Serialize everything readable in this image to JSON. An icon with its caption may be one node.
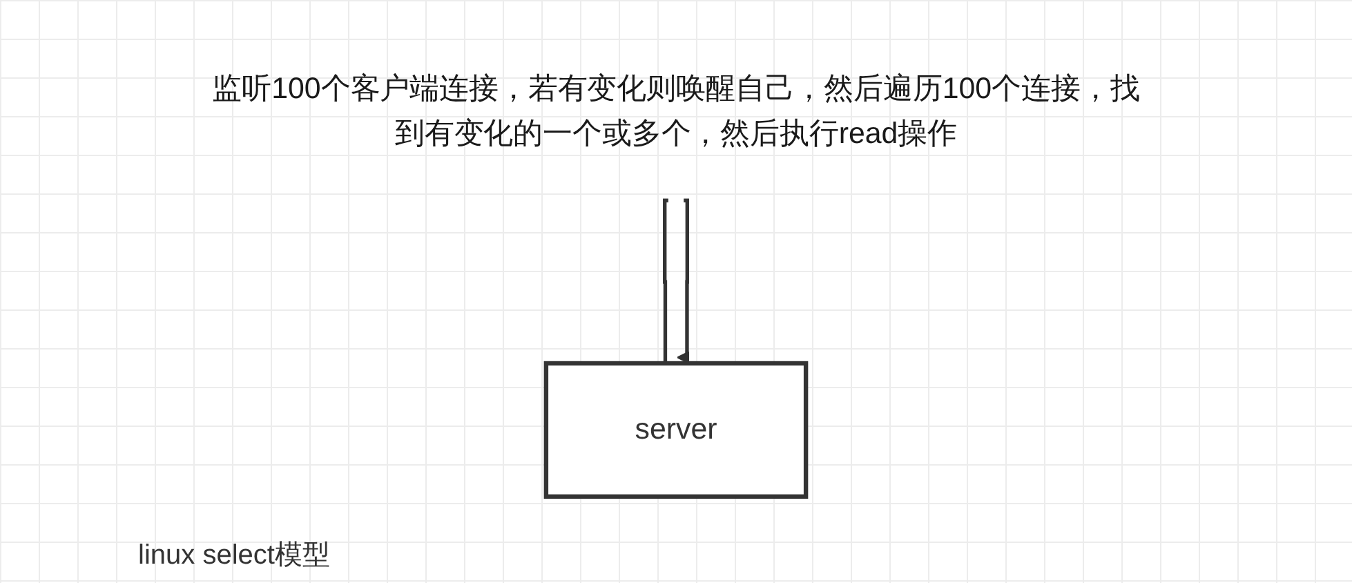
{
  "diagram": {
    "caption": "linux select模型",
    "nodes": [
      {
        "text": [
          "server"
        ]
      },
      {
        "text": [
          "监听100个客户端连接，若有变化则唤醒自己，然后遍历100个连接，找到有变化的一个或多个，然后执行read操作"
        ]
      }
    ],
    "edges": [
      {
        "from": 0,
        "to": 1,
        "arrow": "none"
      },
      {
        "from": 1,
        "to": 0,
        "arrow": "to"
      }
    ]
  }
}
